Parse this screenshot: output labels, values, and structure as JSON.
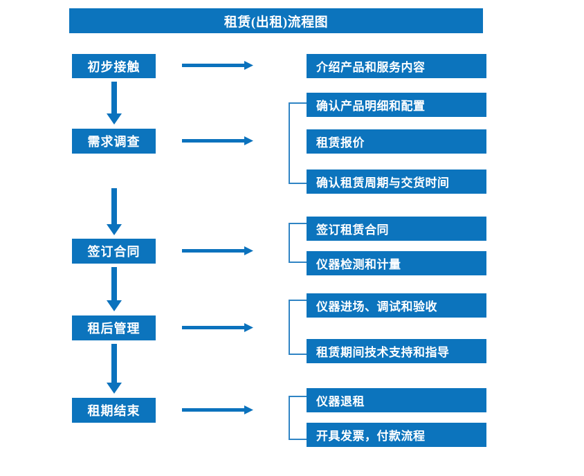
{
  "diagram": {
    "title": "租赁(出租)流程图",
    "colors": {
      "box_fill": "#0c74bd",
      "box_text": "#ffffff",
      "arrow": "#0b72bd",
      "bracket": "#2f84c4",
      "background": "#ffffff"
    },
    "stages": [
      {
        "id": "stage-1",
        "label": "初步接触"
      },
      {
        "id": "stage-2",
        "label": "需求调查"
      },
      {
        "id": "stage-3",
        "label": "签订合同"
      },
      {
        "id": "stage-4",
        "label": "租后管理"
      },
      {
        "id": "stage-5",
        "label": "租期结束"
      }
    ],
    "details": [
      {
        "id": "detail-1-1",
        "label": "介绍产品和服务内容"
      },
      {
        "id": "detail-2-1",
        "label": "确认产品明细和配置"
      },
      {
        "id": "detail-2-2",
        "label": "租赁报价"
      },
      {
        "id": "detail-2-3",
        "label": "确认租赁周期与交货时间"
      },
      {
        "id": "detail-3-1",
        "label": "签订租赁合同"
      },
      {
        "id": "detail-3-2",
        "label": "仪器检测和计量"
      },
      {
        "id": "detail-4-1",
        "label": "仪器进场、调试和验收"
      },
      {
        "id": "detail-4-2",
        "label": "租赁期间技术支持和指导"
      },
      {
        "id": "detail-5-1",
        "label": "仪器退租"
      },
      {
        "id": "detail-5-2",
        "label": "开具发票，付款流程"
      }
    ],
    "connectors": {
      "vertical_arrow_icon": "arrow-down-icon",
      "horizontal_arrow_icon": "arrow-right-icon",
      "bracket_icon": "bracket-left-icon"
    }
  }
}
